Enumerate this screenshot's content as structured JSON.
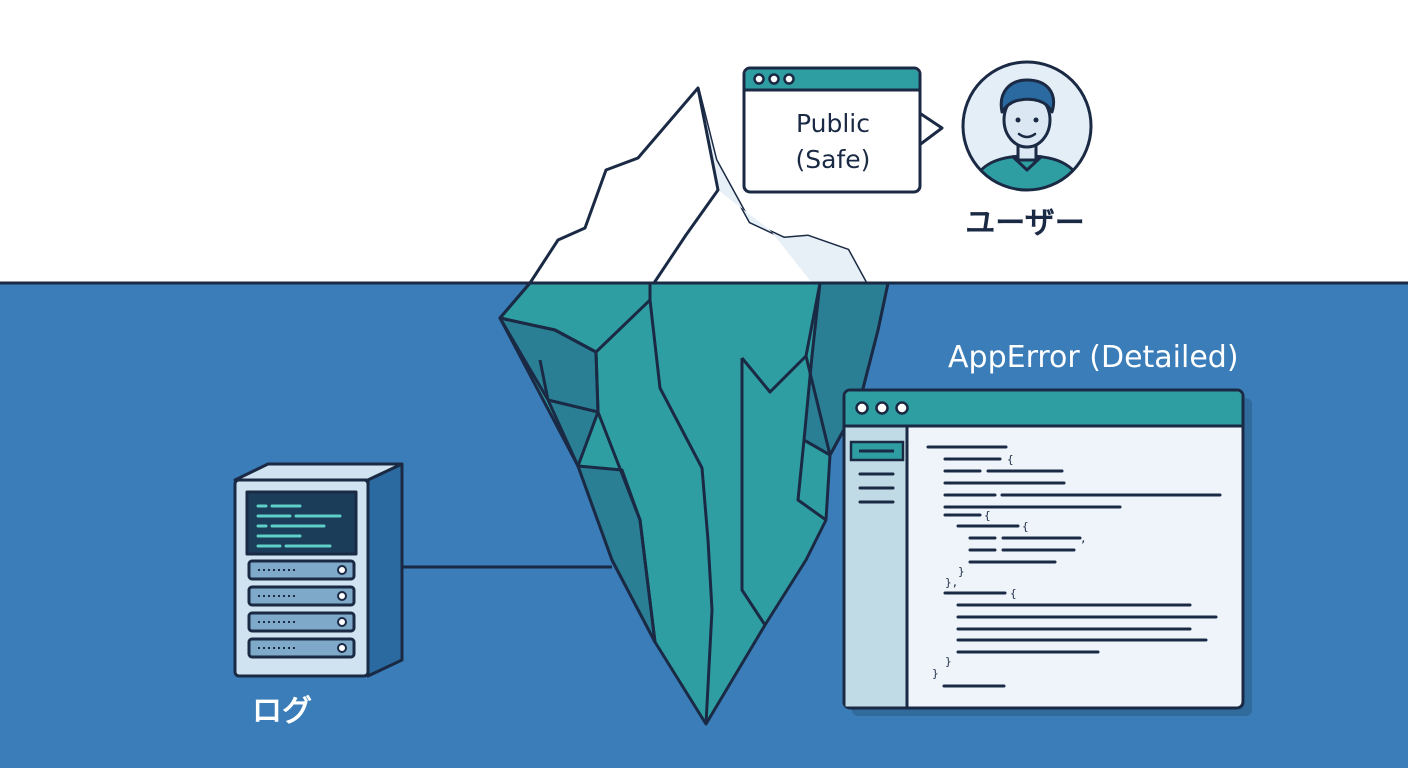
{
  "labels": {
    "public_line1": "Public",
    "public_line2": "(Safe)",
    "user": "ユーザー",
    "app_error": "AppError (Detailed)",
    "log": "ログ"
  },
  "code_symbols": [
    "{",
    "{",
    "{",
    ",",
    "}",
    "},",
    "{",
    "}",
    "}"
  ],
  "icons": [
    "iceberg-icon",
    "browser-window-icon",
    "user-avatar-icon",
    "server-rack-icon",
    "code-window-icon"
  ],
  "colors": {
    "sky": "#ffffff",
    "water": "#3a7db8",
    "outline": "#1b2a44",
    "teal": "#2f9ea3",
    "teal_dark": "#2a7f95",
    "panel": "#eef4fa",
    "sidebar": "#c0dbe6"
  }
}
